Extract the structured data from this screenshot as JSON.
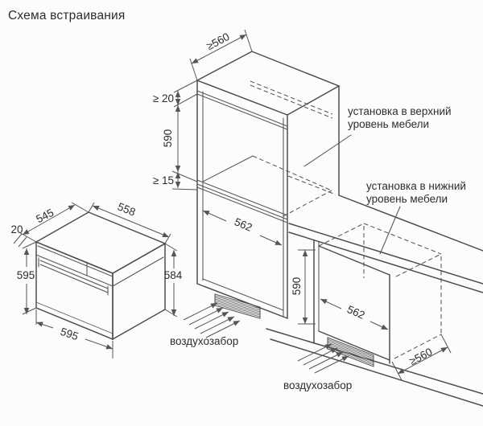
{
  "title": "Схема встраивания",
  "colors": {
    "line": "#555555",
    "line_strong": "#4a4a4a",
    "text": "#2d2d2d",
    "background": "#fcfcfc"
  },
  "oven": {
    "depth": "545",
    "front_overhang": "20",
    "body_width": "558",
    "height_front": "595",
    "height_body": "584",
    "width": "595"
  },
  "tall_cabinet": {
    "depth": "≥560",
    "top_clearance": "≥ 20",
    "niche_height": "590",
    "bottom_clearance": "≥ 15",
    "niche_width": "562",
    "air_intake_label": "воздухозабор"
  },
  "base_cabinet": {
    "niche_width": "562",
    "niche_height": "590",
    "depth": "≥560",
    "air_intake_label": "воздухозабор"
  },
  "annotations": {
    "upper_level_line1": "установка в верхний",
    "upper_level_line2": "уровень мебели",
    "lower_level_line1": "установка в нижний",
    "lower_level_line2": "уровень мебели"
  }
}
